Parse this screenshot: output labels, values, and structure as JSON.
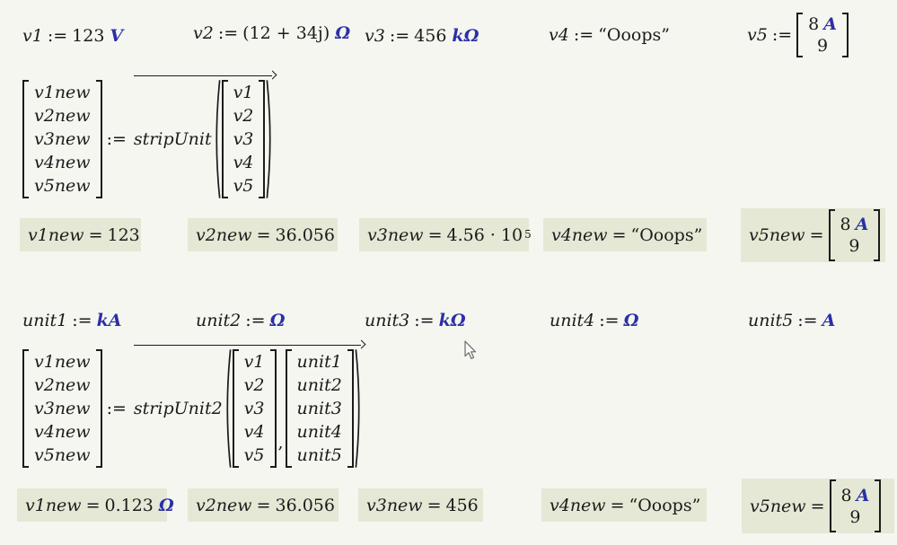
{
  "palette": {
    "background": "#f5f6f0",
    "highlight": "#e4e8d5",
    "ink": "#1b1b1b",
    "unit_blue": "#2c2fa6"
  },
  "cursor": {
    "icon": "mouse-pointer"
  },
  "definitions": [
    {
      "name": "v1",
      "assign": ":=",
      "value": "123",
      "unit": "V"
    },
    {
      "name": "v2",
      "assign": ":=",
      "value": "(12 + 34j)",
      "unit": "Ω"
    },
    {
      "name": "v3",
      "assign": ":=",
      "value": "456",
      "unit": "kΩ"
    },
    {
      "name": "v4",
      "assign": ":=",
      "value": "“Ooops”",
      "unit": ""
    },
    {
      "name": "v5",
      "assign": ":=",
      "matrix": [
        {
          "value": "8",
          "unit": "A"
        },
        {
          "value": "9",
          "unit": ""
        }
      ]
    }
  ],
  "strip_unit_call": {
    "outputs": [
      "v1new",
      "v2new",
      "v3new",
      "v4new",
      "v5new"
    ],
    "assign": ":=",
    "function": "stripUnit",
    "inputs": [
      "v1",
      "v2",
      "v3",
      "v4",
      "v5"
    ]
  },
  "results_first": [
    {
      "name": "v1new",
      "eq": "=",
      "value": "123"
    },
    {
      "name": "v2new",
      "eq": "=",
      "value": "36.056"
    },
    {
      "name": "v3new",
      "eq": "=",
      "value": "4.56 · 10",
      "exponent": "5"
    },
    {
      "name": "v4new",
      "eq": "=",
      "value": "“Ooops”"
    },
    {
      "name": "v5new",
      "eq": "=",
      "matrix": [
        {
          "value": "8",
          "unit": "A"
        },
        {
          "value": "9",
          "unit": ""
        }
      ]
    }
  ],
  "unit_definitions": [
    {
      "name": "unit1",
      "assign": ":=",
      "unit": "kA"
    },
    {
      "name": "unit2",
      "assign": ":=",
      "unit": "Ω"
    },
    {
      "name": "unit3",
      "assign": ":=",
      "unit": "kΩ"
    },
    {
      "name": "unit4",
      "assign": ":=",
      "unit": "Ω"
    },
    {
      "name": "unit5",
      "assign": ":=",
      "unit": "A"
    }
  ],
  "strip_unit2_call": {
    "outputs": [
      "v1new",
      "v2new",
      "v3new",
      "v4new",
      "v5new"
    ],
    "assign": ":=",
    "function": "stripUnit2",
    "inputs": [
      "v1",
      "v2",
      "v3",
      "v4",
      "v5"
    ],
    "units": [
      "unit1",
      "unit2",
      "unit3",
      "unit4",
      "unit5"
    ],
    "separator": ","
  },
  "results_second": [
    {
      "name": "v1new",
      "eq": "=",
      "value": "0.123",
      "unit": "Ω"
    },
    {
      "name": "v2new",
      "eq": "=",
      "value": "36.056"
    },
    {
      "name": "v3new",
      "eq": "=",
      "value": "456"
    },
    {
      "name": "v4new",
      "eq": "=",
      "value": "“Ooops”"
    },
    {
      "name": "v5new",
      "eq": "=",
      "matrix": [
        {
          "value": "8",
          "unit": "A"
        },
        {
          "value": "9",
          "unit": ""
        }
      ]
    }
  ]
}
